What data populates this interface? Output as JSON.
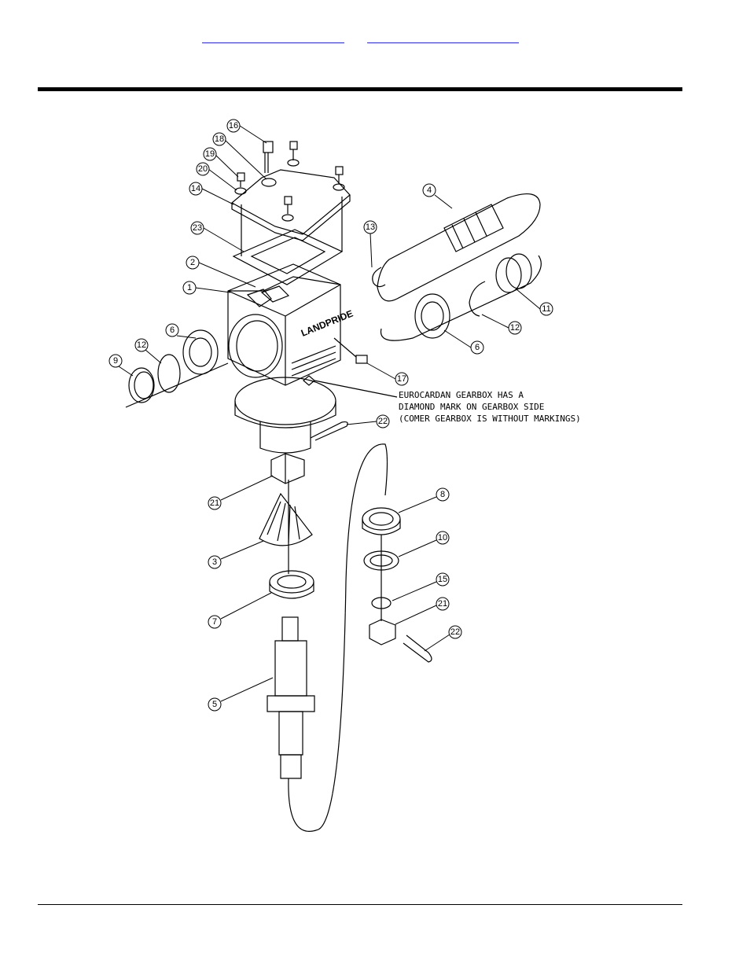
{
  "header": {
    "links": [
      "",
      ""
    ]
  },
  "figure": {
    "brand_text": "LANDPRIDE",
    "note": [
      "EUROCARDAN GEARBOX HAS A",
      "DIAMOND MARK ON GEARBOX SIDE",
      "(COMER GEARBOX IS WITHOUT MARKINGS)"
    ],
    "callouts": [
      "16",
      "18",
      "19",
      "20",
      "14",
      "23",
      "2",
      "1",
      "4",
      "13",
      "11",
      "12",
      "6",
      "6",
      "12",
      "9",
      "17",
      "22",
      "21",
      "8",
      "3",
      "10",
      "7",
      "15",
      "21",
      "22",
      "5"
    ]
  }
}
